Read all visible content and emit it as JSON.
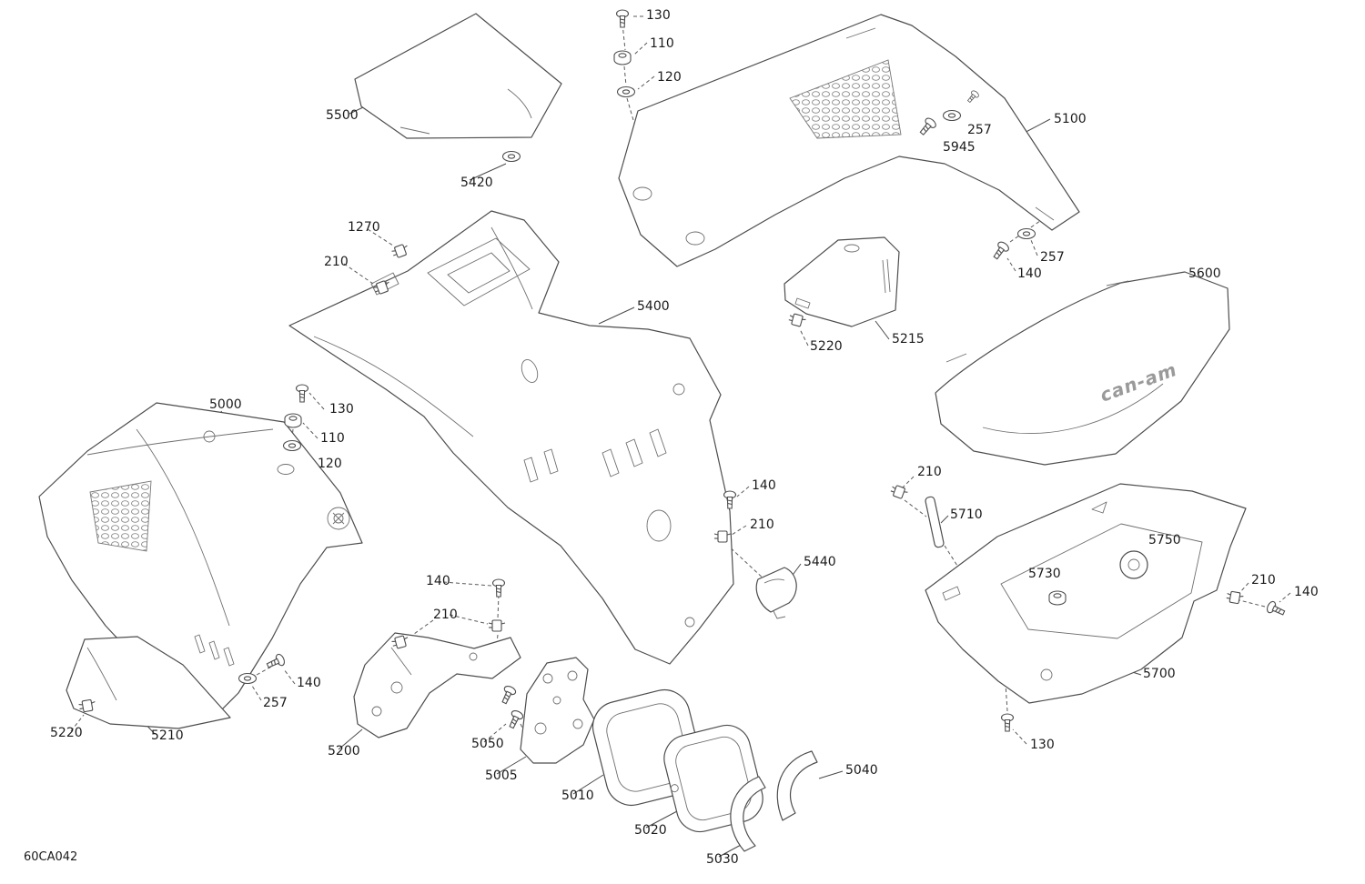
{
  "diagram": {
    "code": "60CA042",
    "panel_logo": "can-am"
  },
  "callouts": [
    {
      "part": "screw-top",
      "text": "130"
    },
    {
      "part": "grommet-top",
      "text": "110"
    },
    {
      "part": "washer-top",
      "text": "120"
    },
    {
      "part": "panel-5500",
      "text": "5500"
    },
    {
      "part": "washer-5420",
      "text": "5420"
    },
    {
      "part": "washer-257-a",
      "text": "257"
    },
    {
      "part": "screw-5945",
      "text": "5945"
    },
    {
      "part": "panel-5100",
      "text": "5100"
    },
    {
      "part": "clip-1270",
      "text": "1270"
    },
    {
      "part": "clip-210-a",
      "text": "210"
    },
    {
      "part": "frame-5400",
      "text": "5400"
    },
    {
      "part": "washer-257-b",
      "text": "257"
    },
    {
      "part": "screw-140-a",
      "text": "140"
    },
    {
      "part": "panel-5600",
      "text": "5600"
    },
    {
      "part": "clip-5220-a",
      "text": "5220"
    },
    {
      "part": "panel-5215",
      "text": "5215"
    },
    {
      "part": "fender-5000",
      "text": "5000"
    },
    {
      "part": "screw-130-b",
      "text": "130"
    },
    {
      "part": "grommet-110-b",
      "text": "110"
    },
    {
      "part": "washer-120-b",
      "text": "120"
    },
    {
      "part": "clip-210-b",
      "text": "210"
    },
    {
      "part": "strut-5710",
      "text": "5710"
    },
    {
      "part": "grommet-5750",
      "text": "5750"
    },
    {
      "part": "screw-140-b",
      "text": "140"
    },
    {
      "part": "clip-210-c",
      "text": "210"
    },
    {
      "part": "grommet-5730",
      "text": "5730"
    },
    {
      "part": "bracket-5440",
      "text": "5440"
    },
    {
      "part": "clip-210-d",
      "text": "210"
    },
    {
      "part": "screw-140-d",
      "text": "140"
    },
    {
      "part": "screw-140-c",
      "text": "140"
    },
    {
      "part": "clip-210-e",
      "text": "210"
    },
    {
      "part": "tray-5700",
      "text": "5700"
    },
    {
      "part": "screw-140-e",
      "text": "140"
    },
    {
      "part": "washer-257-c",
      "text": "257"
    },
    {
      "part": "clip-5220-b",
      "text": "5220"
    },
    {
      "part": "panel-5210",
      "text": "5210"
    },
    {
      "part": "bracket-5200",
      "text": "5200"
    },
    {
      "part": "screws-5050",
      "text": "5050"
    },
    {
      "part": "bracket-5005",
      "text": "5005"
    },
    {
      "part": "bezel-5010",
      "text": "5010"
    },
    {
      "part": "lens-5020",
      "text": "5020"
    },
    {
      "part": "screw-130-c",
      "text": "130"
    },
    {
      "part": "trim-5030",
      "text": "5030"
    },
    {
      "part": "trim-5040",
      "text": "5040"
    }
  ]
}
